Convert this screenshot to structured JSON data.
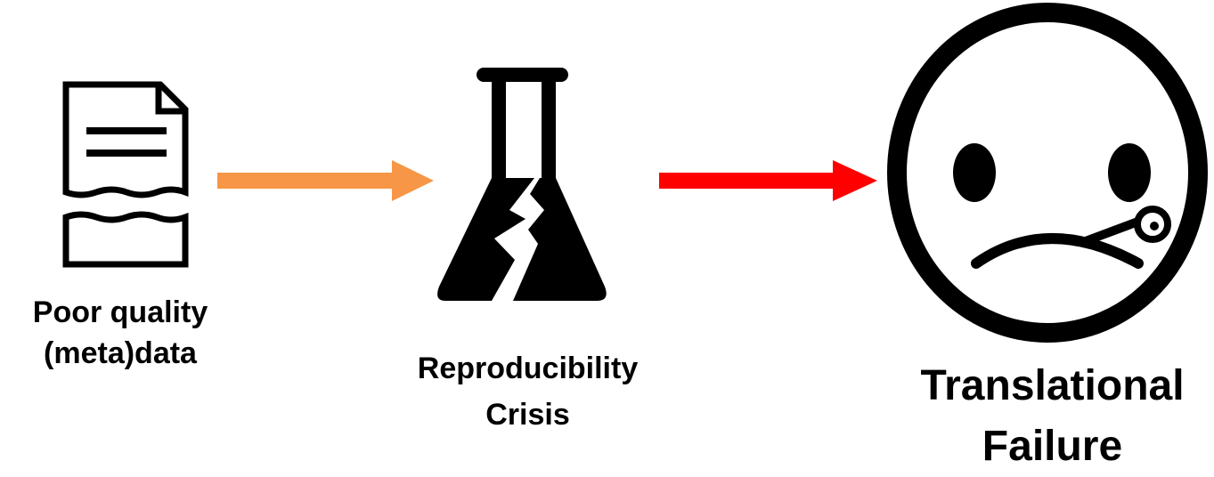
{
  "nodes": [
    {
      "icon": "document-torn-icon",
      "label_lines": [
        "Poor quality",
        "(meta)data"
      ]
    },
    {
      "icon": "broken-flask-icon",
      "label_lines": [
        "Reproducibility",
        "Crisis"
      ]
    },
    {
      "icon": "sad-face-icon",
      "label_lines": [
        "Translational",
        "Failure"
      ]
    }
  ],
  "arrows": [
    {
      "from": "poor-quality-metadata",
      "to": "reproducibility-crisis",
      "color": "#F79646"
    },
    {
      "from": "reproducibility-crisis",
      "to": "translational-failure",
      "color": "#FF0000"
    }
  ]
}
